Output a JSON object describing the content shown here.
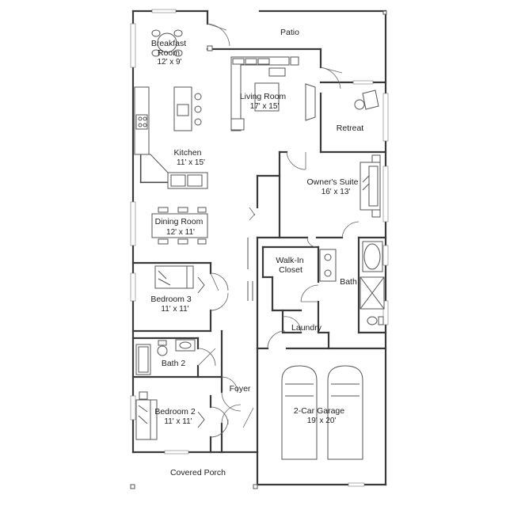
{
  "rooms": [
    {
      "id": "patio",
      "name": "Patio",
      "size": ""
    },
    {
      "id": "breakfast",
      "name": "Breakfast Room",
      "name_lines": [
        "Breakfast",
        "Room"
      ],
      "size": "12' x 9'"
    },
    {
      "id": "living",
      "name": "Living Room",
      "size": "17' x 15'"
    },
    {
      "id": "retreat",
      "name": "Retreat",
      "size": ""
    },
    {
      "id": "kitchen",
      "name": "Kitchen",
      "size": "11' x 15'"
    },
    {
      "id": "owners",
      "name": "Owner's Suite",
      "size": "16' x 13'"
    },
    {
      "id": "dining",
      "name": "Dining Room",
      "size": "12' x 11'"
    },
    {
      "id": "walkin",
      "name": "Walk-In Closet",
      "name_lines": [
        "Walk-In",
        "Closet"
      ],
      "size": ""
    },
    {
      "id": "bath",
      "name": "Bath",
      "size": ""
    },
    {
      "id": "bed3",
      "name": "Bedroom 3",
      "size": "11' x 11'"
    },
    {
      "id": "laundry",
      "name": "Laundry",
      "size": ""
    },
    {
      "id": "bath2",
      "name": "Bath 2",
      "size": ""
    },
    {
      "id": "foyer",
      "name": "Foyer",
      "size": ""
    },
    {
      "id": "bed2",
      "name": "Bedroom 2",
      "size": "11' x 11'"
    },
    {
      "id": "garage",
      "name": "2-Car Garage",
      "size": "19' x 20'"
    },
    {
      "id": "porch",
      "name": "Covered Porch",
      "size": ""
    }
  ]
}
